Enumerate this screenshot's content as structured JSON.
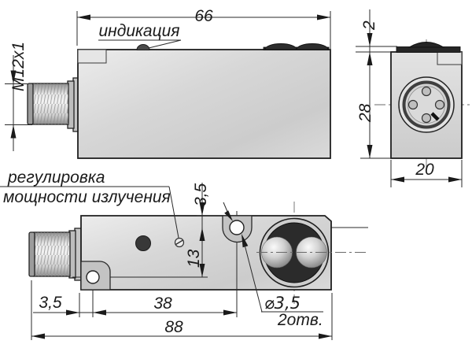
{
  "colors": {
    "outline": "#1f1f1f",
    "body_fill": "#d6d6d6",
    "pocket_fill": "#c3c3c3",
    "lens_dark": "#2b2b2b",
    "background": "#ffffff"
  },
  "side_view": {
    "length_dim": "66",
    "indicator_label": "индикация",
    "connector_thread": "M12x1"
  },
  "end_view": {
    "lens_protrusion_dim": "2",
    "body_height_dim": "28",
    "body_width_dim": "20"
  },
  "bottom_view": {
    "adjust_label_line1": "регулировка",
    "adjust_label_line2": "мощности излучения",
    "edge_to_hole_dim": "3,5",
    "top_edge_to_hole_dim": "3,5",
    "hole_vertical_span_dim": "13",
    "hole_horizontal_span_dim": "38",
    "overall_length_dim": "88",
    "hole_diameter": "⌀3,5",
    "hole_count": "2отв."
  }
}
